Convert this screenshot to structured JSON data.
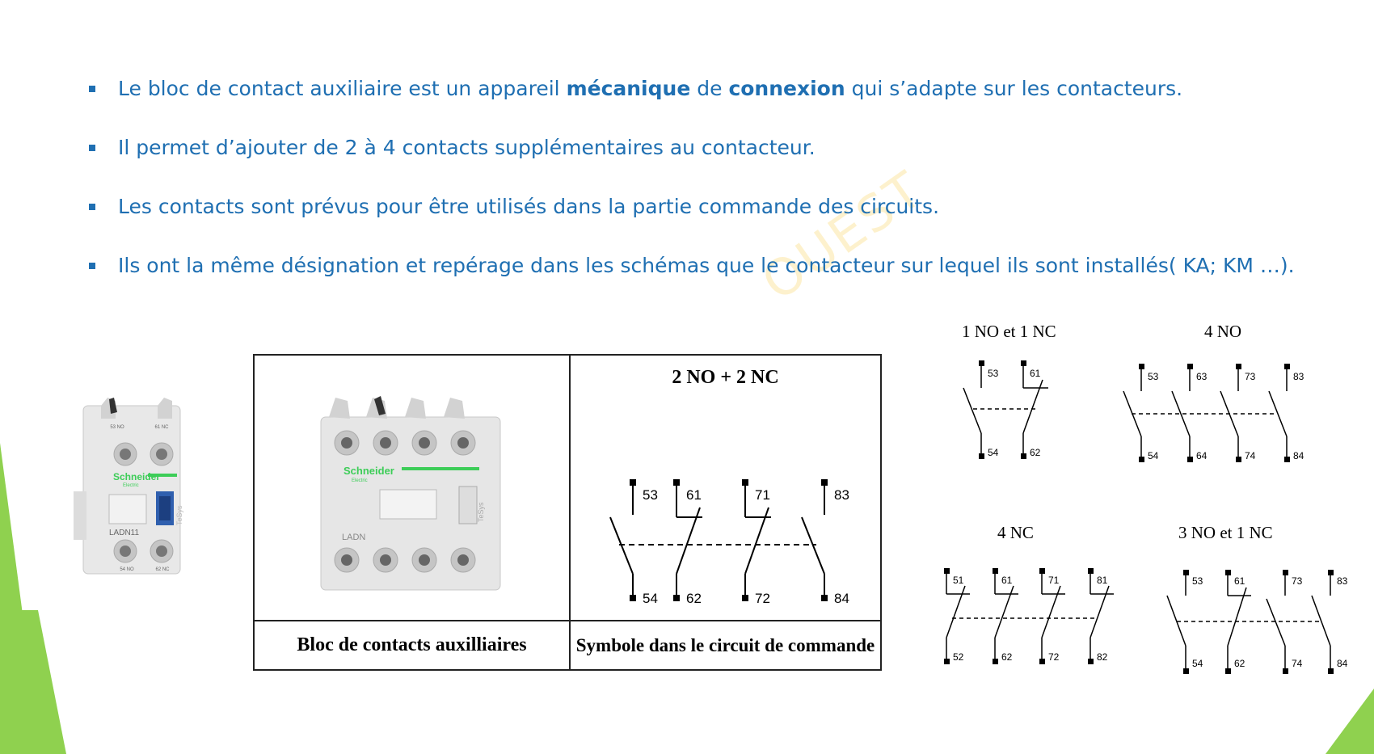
{
  "bullets": [
    {
      "pre": "Le bloc de contact auxiliaire est un appareil ",
      "b1": "mécanique",
      "mid": " de ",
      "b2": "connexion",
      "post": " qui s’adapte sur les contacteurs."
    },
    {
      "text": "Il permet d’ajouter de 2 à 4 contacts supplémentaires au contacteur."
    },
    {
      "text": "Les contacts sont prévus pour être utilisés dans la partie commande des circuits."
    },
    {
      "text": "Ils ont la même désignation et repérage dans les schémas que le contacteur sur lequel ils sont installés( KA; KM …)."
    }
  ],
  "watermark": "OUEST",
  "small_block": {
    "brand": "Schneider",
    "sub": "Electric",
    "model": "LADN11",
    "top_labels": [
      "53 NO",
      "61 NC"
    ],
    "bottom_labels": [
      "54 NO",
      "62 NC"
    ],
    "side": "TeSys"
  },
  "table": {
    "symbol_title": "2 NO + 2 NC",
    "caption_left": "Bloc de contacts auxilliaires",
    "caption_right": "Symbole dans le circuit de commande",
    "block": {
      "brand": "Schneider",
      "sub": "Electric",
      "model": "LADN",
      "side": "TeSys"
    },
    "top_nums": [
      "53",
      "61",
      "71",
      "83"
    ],
    "bottom_nums": [
      "54",
      "62",
      "72",
      "84"
    ]
  },
  "diagrams": [
    {
      "title": "1 NO et 1 NC",
      "top": [
        "53",
        "61"
      ],
      "bottom": [
        "54",
        "62"
      ]
    },
    {
      "title": "4 NO",
      "top": [
        "53",
        "63",
        "73",
        "83"
      ],
      "bottom": [
        "54",
        "64",
        "74",
        "84"
      ]
    },
    {
      "title": "4 NC",
      "top": [
        "51",
        "61",
        "71",
        "81"
      ],
      "bottom": [
        "52",
        "62",
        "72",
        "82"
      ]
    },
    {
      "title": "3 NO et 1 NC",
      "top": [
        "53",
        "61",
        "73",
        "83"
      ],
      "bottom": [
        "54",
        "62",
        "74",
        "84"
      ]
    }
  ],
  "colors": {
    "text_blue": "#1f6fb2",
    "accent_green": "#8fd14f",
    "schneider_green": "#3dcd58"
  }
}
